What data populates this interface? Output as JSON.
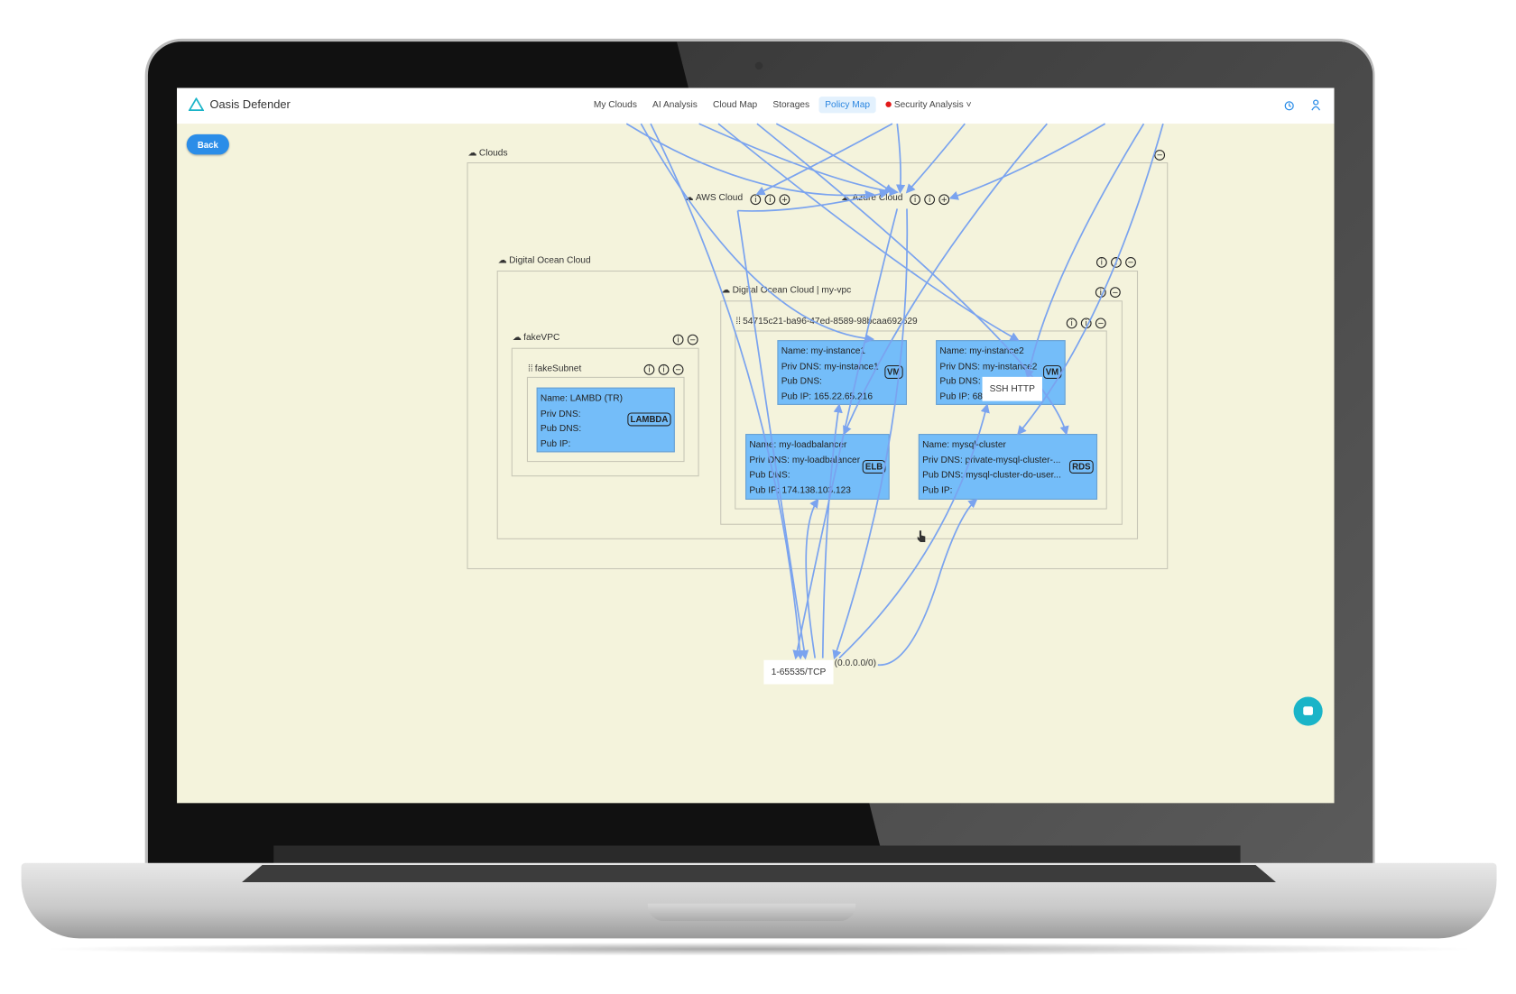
{
  "app": {
    "title": "Oasis Defender"
  },
  "nav": {
    "items": [
      {
        "label": "My Clouds"
      },
      {
        "label": "AI Analysis"
      },
      {
        "label": "Cloud Map"
      },
      {
        "label": "Storages"
      },
      {
        "label": "Policy Map",
        "active": true
      },
      {
        "label": "Security Analysis",
        "status_color": "#e21a1a"
      }
    ]
  },
  "back_label": "Back",
  "map": {
    "clouds": "Clouds",
    "aws": "AWS Cloud",
    "azure": "Azure Cloud",
    "do_cloud": "Digital Ocean Cloud",
    "do_vpc": "Digital Ocean Cloud | my-vpc",
    "do_subnet": "54715c21-ba96-47ed-8589-98bcaa692629",
    "fake_vpc": "fakeVPC",
    "fake_subnet": "fakeSubnet",
    "nodes": [
      {
        "name": "Name: my-instance1",
        "priv": "Priv DNS: my-instance1",
        "pub": "Pub DNS:",
        "ip": "Pub IP: 165.22.65.216",
        "tag": "VM"
      },
      {
        "name": "Name: my-instance2",
        "priv": "Priv DNS: my-instance2",
        "pub": "Pub DNS:",
        "ip": "Pub IP: 68",
        "tag": "VM"
      },
      {
        "name": "Name: my-loadbalancer",
        "priv": "Priv DNS: my-loadbalancer",
        "pub": "Pub DNS:",
        "ip": "Pub IP: 174.138.103.123",
        "tag": "ELB"
      },
      {
        "name": "Name: mysql-cluster",
        "priv": "Priv DNS: private-mysql-cluster-...",
        "pub": "Pub DNS: mysql-cluster-do-user...",
        "ip": "Pub IP:",
        "tag": "RDS"
      },
      {
        "name": "Name: LAMBD (TR)",
        "priv": "Priv DNS:",
        "pub": "Pub DNS:",
        "ip": "Pub IP:",
        "tag": "LAMBDA"
      }
    ],
    "edge_label_ssh": "SSH HTTP",
    "edge_label_tcp": "1-65535/TCP",
    "internet_label": "(0.0.0.0/0)"
  },
  "colors": {
    "accent": "#2b8de8",
    "canvas": "#f4f3dc",
    "node": "#74bdf9",
    "edge": "#7aa3ef",
    "chat": "#1ab4c8"
  }
}
